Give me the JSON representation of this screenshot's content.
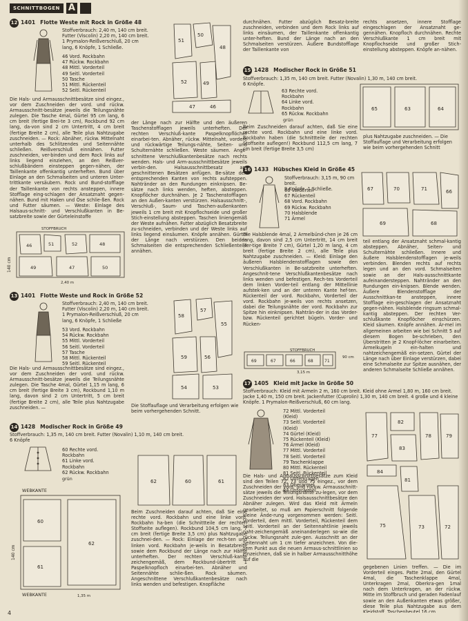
{
  "header": {
    "label": "SCHNITTBOGEN",
    "letter": "A"
  },
  "page_number": "4",
  "s12": {
    "num": "12",
    "code": "1401",
    "title": "Flotte Weste mit Rock in Größe 48",
    "specs": "Stoffverbrauch: 2,40 m, 140 cm breit.\nFutter (Viscolin) 2,20 m, 140 cm breit.\n1 Prymalon-Reißverschluß, 20 cm\nlang, 6 Knöpfe, 1 Schließe.",
    "pieces": "46 Vord. Rockbahn\n47 Rückw. Rockbahn\n48 Mittl. Vorderteil\n49 Seitl. Vorderteil\n50 Tasche\n51 Mittl. Rückenteil\n52 Seitl. Rückenteil",
    "body": "Die Hals- und Armausschnittbesätze sind eingez., vor dem Zuschneiden der vord. und rückw. Armausschnitt-besätze jeweils die Teilungsnähte zulegen. Die Tasche 4mal, Gürtel 95 cm lang, 6 cm breit (fertige Brei-te 3 cm), Rockbund 92 cm lang, da-von sind 2 cm Untertritt, 4 cm breit (fertige Breite 2 cm), alle Teile plus Nahtzugabe zuschneiden. — Rock: Abnäher, rückw. Mittelnaht unterhalb des Schlitzendes und Seitennähte schließen. Reißverschluß einnähen. Futter zuschneiden, ver-binden und dem Rock links auf links liegend einziehen, an den Reißver-schlußbändern einsteppen gegen-nähen, der Taillenkante offenkantig unterheften. Bund über Einlage an den Schmalseiten und unteren Unter-trittkante versäubern. Rock und Bund-stofflage der Taillenkante von rechts ansteppen, innere Stofflage eing-schlagen der Ansatznaht gegen-nähen. Bund mit Haken und Öse schlie-ßen. Rock und Futter säumen. — Weste: Einlage des Halsaus-schnitt- und Verschlußkanten in Be-satzbreite sowie der Gürteleinstoffe",
    "fabric_label": "STOFFBRUCH",
    "fabric_width": "140 cm",
    "fabric_length": "2,40 m"
  },
  "col2a": {
    "body": "der Länge nach zur Hälfte und den äußeren Taschenstofflagen jeweils unterheften. Der rechten Verschluß-kante Paspelknopflöcher einarbei-ten. Abnäher, rückw. Mittelnaht, vordere und rückwärtige Teilungs-nähte, Seiten- und Schulternähte schließen. Weste säumen. Ange-schnittene Verschlußkantenbesätze nach rechts wenden. Hals- und Arm-ausschnittbesätze jeweils verbin-den. Halsausschnittbesatz an-geschnittenen Besätzen anfügen. Be-sätze den entsprechenden Kanten von rechts aufsteppen. Nahtränder an den Rundungen einknipsen. Be-sätze nach links wenden, heften, absteppen. Knopflöcher durchnähen. Je 2 Taschenstofflagen an den Außen-kanten verstürzen. Halsausschnitt-, Verschluß-, Saum- und Taschen-außenkanten jeweils 1 cm breit mit Knopflochseide und großer Stich-einstellung absteppen. Taschen liniengemäß der Weste aufnähen. Futter abzüglich Besatzbreite zu-schneiden, verbinden und der Weste links auf links liegend einsäumen. Knöpfe annähen. Gürtel der Länge nach verstürzen. Den beiden Schmalseiten die entsprechenden Schließenteile annähen."
  },
  "s13": {
    "num": "13",
    "code": "1401",
    "title": "Flotte Weste und Rock in Größe 52",
    "specs": "Stoffverbrauch: 2,40 m, 140 cm breit.\nFutter (Viscolin) 2,20 m, 140 cm breit.\n1 Prymalon-Reißverschluß, 20 cm\nlang, 6 Knöpfe, 1 Schließe",
    "pieces": "53 Vord. Rockbahn\n54 Rückw. Rockbahn\n55 Mittl. Vorderteil\n56 Seitl. Vorderteil\n57 Tasche\n58 Mittl. Rückenteil\n59 Seitl. Rückenteil",
    "body": "Die Hals- und Armausschnittbesätze sind eingez., vor dem Zuschneiden der vord. und rückw. Armausschnitt-besätze jeweils die Teilungsnähte zulegen. Die Tasche 4mal, Gürtel 1,15 m lang, 6 cm breit (fertige Breite 3 cm), Rockbund 1,10 m lang, davon sind 2 cm Untertritt, 5 cm breit (fertige Breite 2 cm), alle Teile plus Nahtzugabe zuschneiden. —",
    "note": "Die Stoffauflage und Verarbeitung erfolgen wie beim vorhergehenden Schnitt."
  },
  "s14": {
    "num": "14",
    "code": "1428",
    "title": "Modischer Rock in Größe 49",
    "specs": "Stoffverbrauch: 1,35 m, 140 cm breit. Futter (Novalin) 1,10 m, 140 cm breit.\n6 Knöpfe",
    "pieces": "60 Rechte vord.\nRockbahn\n61 Linke vord.\nRockbahn\n62 Rückw. Rockbahn",
    "legend": "grün",
    "selvage": "WEBKANTE",
    "fabric_width": "140 cm",
    "fabric_length": "1,35 m",
    "body": "Beim Zuschneiden darauf achten, daß Sie eine rechte vord. Rockbahn und eine linke vord. Rockbahn ha-ben (die Schnittteile der rechten Stoffseite auflegen). Rockbund 104,5 cm lang, 7 cm breit (fertige Breite 3,5 cm) plus Nahtzugabe zuschnei-den. — Rock: Einlage der rech-ten und linken vord. Rockbahn je-weils in Besatzbreite sowie dem Rockbund der Länge nach zur Hälfte unterheften. Der rechten Verschluß-kante zeichengemäß, dem Rockbund-übertritt 1 Paspelknopfloch einarbei-ten. Abnäher und Seitennähte schlie-ßen. Rock säumen. Angeschnittene Verschlußkantenbesätze nach links wenden und befestigen. Knopfläche"
  },
  "col3a": {
    "body": "durchnähen. Futter abzüglich Besatz-breite zuschneiden, verbinden und dem Rock links auf links einsäumen, der Taillenkante offenkantig unter-heften. Bund der Länge nach an den Schmalseiten verstürzen. Äußere Bundstofflage der Taillenkante von"
  },
  "col4a": {
    "body": "rechts ansetzen, innere Stofflage eingeschlagen der Ansatznaht ge-gennähen. Knopfloch durchnähen. Rechte Verschlußkante 1 cm breit mit Knopflochseide und großer Stich-einstellung absteppen. Knöpfe an-nähen."
  },
  "s15": {
    "num": "15",
    "code": "1428",
    "title": "Modischer Rock in Größe 51",
    "specs": "Stoffverbrauch: 1,35 m, 140 cm breit. Futter (Novalin) 1,30 m, 140 cm breit.\n6 Knöpfe.",
    "pieces": "63 Rechte vord.\nRockbahn\n64 Linke vord.\nRockbahn\n65 Rückw. Rockbahn",
    "legend": "grün",
    "body": "Beim Zuschneiden darauf achten, daß Sie eine rechte vord. Rockbahn und eine linke vord. Rockbahn haben (die Schnittteile der rechten Stoffseite auflegen!) Rockbund 112,5 cm lang, 7 cm breit (fertige Breite 3,5 cm)",
    "note": "plus Nahtzugabe zuschneiden. — Die Stoffauflage und Verarbeitung erfolgen wie beim vorhergehenden Schnitt"
  },
  "s16": {
    "num": "16",
    "code": "1433",
    "title": "Hübsches Kleid in Größe 45",
    "specs": "Stoffverbrauch: 3,15 m, 90 cm breit.\n9 Knöpfe, 1 Schließe.",
    "pieces": "66 Vorderteil\n67 Rückenteil\n68 Vord. Rockbahn\n69 Rückw. Rockbahn\n70 Halsblende\n71 Ärmel",
    "body": "Die Halsblende 4mal, 2 Ärmelbünd-chen je 26 cm lang, davon sind 2,5 cm Untertritt, 14 cm breit (fer-tige Breite 7 cm), Gürtel 1,20 m lang, 4 cm breit (fertige Breite 2 cm), alle Teile plus Nahtzugabe zuschneiden. — Kleid: Einlage den äußeren Halsblendenstofflagen sowie den Verschlußkanten in Be-satzbreite unterheften. Angeschnit-tene Verschlußkantenbesätze nach links wenden und befestigen. Rech-tes Vorderteil dem linken Vorder-teil entlang der Mittellinie aufstek-ken und an der unteren Kante hef-ten. Rückenteil der vord. Rockbahn, Vorderteil der vord. Rockbahn je-weils von rechts ansetzen, dabei die Teilungsnähte der vord. Rockbahn zur Spitze hin einknipsen. Nahträn-der in das Vorder- bzw. Rückenteil gerichtet bügeln. Vorder- und Rücken-",
    "fabric_label": "STOFFBRUCH",
    "fabric_length": "3,15 m",
    "fabric_width": "90 cm",
    "body2": "teil entlang der Ansatznaht schmal-kantig absteppen. Abnäher, Seiten- und Schulternähte schließen. Innere und äußere Halsblendenstofflagen je-weils verbinden. Blenden rechts auf rechts legen und an den vord. Schmalseiten sowie an der Hals-ausschnittkante aufeinandersteppen. Nahtränder an den Rundungen ein-knipsen. Blende wenden. Äußere Blendenstofflage der Ausschnittkan-te ansteppen, innere Stofflage ein-geschlagen der Ansatznaht gegen-nähen. Halsblende ringsum schmal-kantig absteppen. Der rechten Ver-schlußkante Knopflöcher einschürzen. Kleid säumen. Knöpfe annähen. Är-mel im allgemeinen arbeiten wie bei Schnitt 5 auf diesem Bogen be-schrieben, den Überstritten je 2 Knopf-löcher einarbeiten. Ärmelkugeln ein-halten und nahtzeichengemäß ein-setzen. Gürtel der Länge nach über Einlage verstürzen, dabei eine Schmalseite zur Spitze ausnähen, der anderen Schmalseite Schließe annähen."
  },
  "s17": {
    "num": "17",
    "code": "1405",
    "title": "Kleid mit Jacke in Größe 50",
    "specs": "Stoffverbrauch: Kleid mit Ärmeln 2 m, 160 cm breit. Kleid ohne Ärmel 1,80 m, 160 cm breit. Jacke 1,40 m, 150 cm breit. Jackenfutter (Cuprolin) 1,30 m, 140 cm breit. 4 große und 4 kleine Knöpfe. 1 Prymalon-Reißverschluß, 60 cm lang.",
    "pieces": "72 Mittl. Vorderteil\n(Kleid)\n73 Seitl. Vorderteil\n(Kleid)\n74 Gürtel (Kleid)\n75 Rückenteil (Kleid)\n76 Ärmel (Kleid)\n77 Mittl. Vorderteil\n78 Seitl. Vorderteil\n79 Taschenklappe\n80 Mittl. Rückenteil\n81 Seitl. Rückenteil\n82 Unterkragen\n83 Oberärmel\n84 Unterärmel",
    "body": "Die Hals- und Armausschnittbesätze zum Kleid sind den Teilen 72, 73 und 75 eingez., vor dem Zuschneiden der vord. und rückw. Armausschnitt-sätze jeweils die Teilungsnähte zu-legen, vor dem Zuschneiden der vord. Halsausschnittbesätze den Abnäher zulegen. Wird das Kleid mit Ärmeln gearbeitet, so muß am Papierschnitt folgende kleine Ände-rung vorgenommen werden: Seitl. Vorderteil, dem mittl. Vorderteil, Rückenteil dem seitl. Vorderteil an der Seitennahtlinie jeweils naht-zeichengemäß aneinanderlegen so-wie die rückw. Teilungsnaht zule-gen. Ausschnitt an der Seitennaht um 1 cm tiefer anzeichnen. Von die-sem Punkt aus die neuen Armaus-schnittlinien so einzeichnen, daß sie in halber Armausschnitthöhe auf die",
    "body2": "gegebenen Linien treffen. — Die im Vorderteil einges. Patte 2mal, den Gürtel 4mal, die Taschenklappe 4mal, Unterkragen 2mal, Oberkra-gen 1mal nach dem Unterkragen, an der rückw. Mitte im Stoffbruch und geraden Fadenlauf sowie an den Außenkanten etwas größer, diese Teile plus Nahtzugabe aus dem Kleidstoff, Taschenbeutel 16 cm"
  }
}
